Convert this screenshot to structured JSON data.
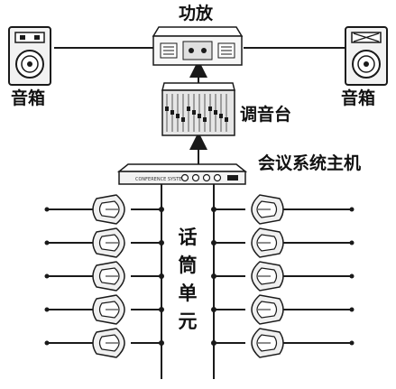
{
  "labels": {
    "amplifier": "功放",
    "speaker_left": "音箱",
    "speaker_right": "音箱",
    "mixer": "调音台",
    "host": "会议系统主机",
    "mic_units": [
      "话",
      "筒",
      "单",
      "元"
    ]
  },
  "device_text": {
    "speaker_display": "[]",
    "host_brand": "CONFERENCE SYSTEM"
  },
  "microphones": {
    "left_count": 5,
    "right_count": 5
  },
  "colors": {
    "stroke": "#1a1a1a",
    "device_fill": "#f2f2f2",
    "mixer_fill": "#e6e6e6"
  }
}
